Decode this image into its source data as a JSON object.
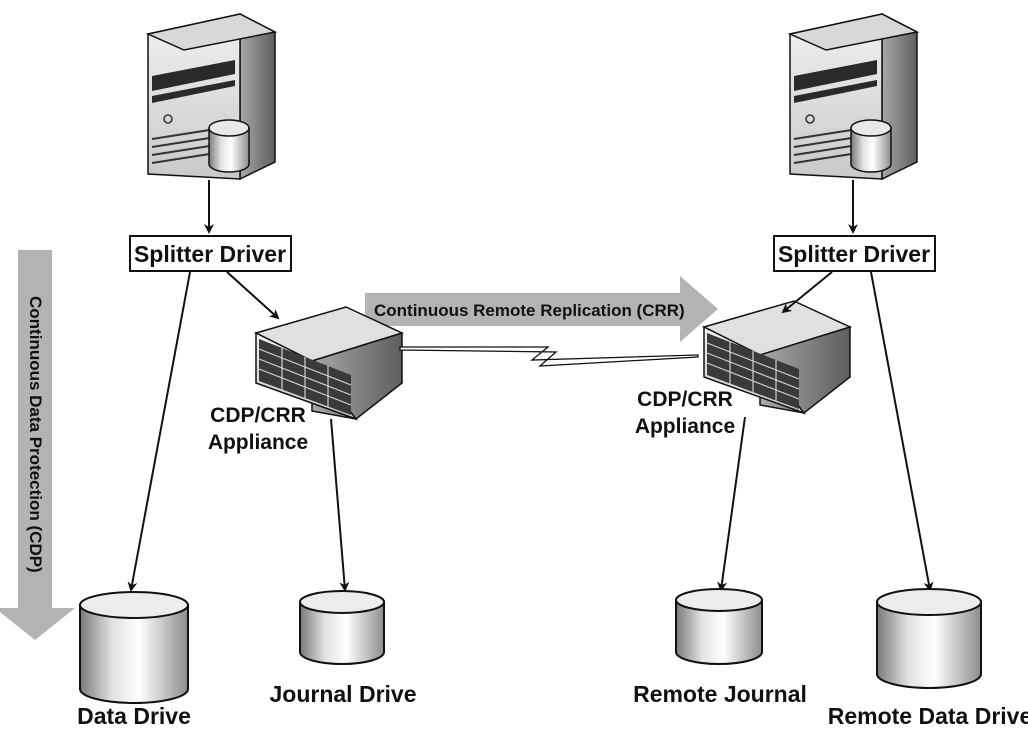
{
  "left_site": {
    "splitter_label": "Splitter Driver",
    "appliance_label_line1": "CDP/CRR",
    "appliance_label_line2": "Appliance",
    "data_drive_label": "Data Drive",
    "journal_drive_label": "Journal Drive"
  },
  "right_site": {
    "splitter_label": "Splitter Driver",
    "appliance_label_line1": "CDP/CRR",
    "appliance_label_line2": "Appliance",
    "journal_drive_label": "Remote Journal",
    "data_drive_label": "Remote Data Drive"
  },
  "crr_arrow_label": "Continuous Remote Replication (CRR)",
  "cdp_arrow_label": "Continuous Data Protection (CDP)",
  "colors": {
    "arrow_fill": "#b3b3b3",
    "stroke": "#111111",
    "device_face": "#e6e6e6",
    "device_side": "#9a9a9a"
  }
}
